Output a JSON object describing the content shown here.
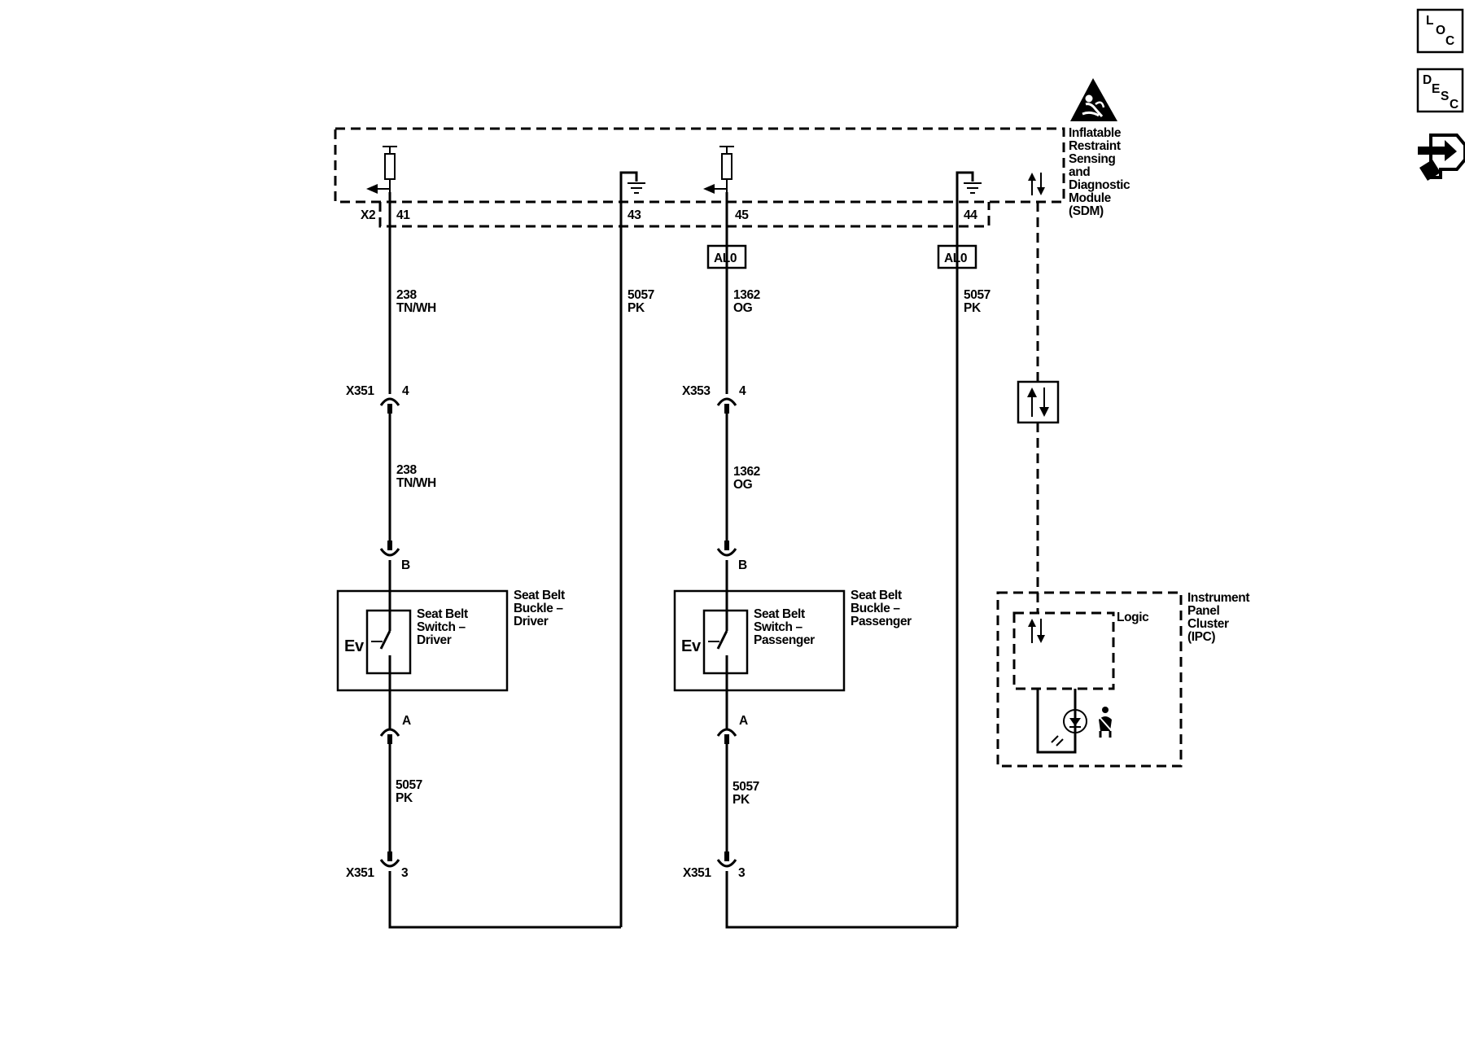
{
  "sdm": {
    "name_lines": [
      "Inflatable",
      "Restraint",
      "Sensing",
      "and",
      "Diagnostic",
      "Module",
      "(SDM)"
    ],
    "connector": "X2",
    "pins": [
      "41",
      "43",
      "45",
      "44"
    ],
    "tag": "AL0"
  },
  "circuits": {
    "driver_upper": [
      "238",
      "TN/WH"
    ],
    "driver_mid": [
      "238",
      "TN/WH"
    ],
    "driver_lower": [
      "5057",
      "PK"
    ],
    "driver_ground": [
      "5057",
      "PK"
    ],
    "pass_upper": [
      "1362",
      "OG"
    ],
    "pass_mid": [
      "1362",
      "OG"
    ],
    "pass_lower": [
      "5057",
      "PK"
    ],
    "pass_ground": [
      "5057",
      "PK"
    ]
  },
  "connectors": {
    "driver_upper": {
      "name": "X351",
      "pin": "4"
    },
    "driver_lower": {
      "name": "X351",
      "pin": "3"
    },
    "pass_upper": {
      "name": "X353",
      "pin": "4"
    },
    "pass_lower": {
      "name": "X351",
      "pin": "3"
    },
    "buckle_top_pin": "B",
    "buckle_bottom_pin": "A"
  },
  "driver_buckle": {
    "switch_lines": [
      "Seat Belt",
      "Switch –",
      "Driver"
    ],
    "component_lines": [
      "Seat Belt",
      "Buckle –",
      "Driver"
    ]
  },
  "passenger_buckle": {
    "switch_lines": [
      "Seat Belt",
      "Switch –",
      "Passenger"
    ],
    "component_lines": [
      "Seat Belt",
      "Buckle –",
      "Passenger"
    ]
  },
  "ipc": {
    "name_lines": [
      "Instrument",
      "Panel",
      "Cluster",
      "(IPC)"
    ],
    "logic_label": "Logic"
  },
  "sensor_symbol": "Ev",
  "nav": {
    "loc": [
      "L",
      "O",
      "C"
    ],
    "desc": [
      "D",
      "E",
      "S",
      "C"
    ]
  },
  "icons": [
    "airbag-warning-icon",
    "fuse-icon",
    "ground-icon",
    "serial-data-icon",
    "seat-belt-icon",
    "indicator-lamp-icon",
    "connector-view-icon"
  ]
}
